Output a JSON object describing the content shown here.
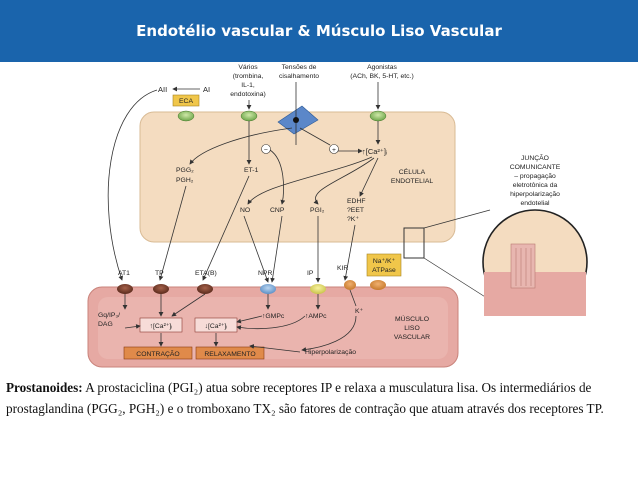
{
  "header": {
    "title": "Endotélio vascular & Músculo Liso Vascular"
  },
  "diagram": {
    "top_sources": {
      "varios": [
        "Vários",
        "(trombina,",
        "IL-1,",
        "endotoxina)"
      ],
      "tensoes": [
        "Tensões de",
        "cisalhamento"
      ],
      "agonistas": [
        "Agonistas",
        "(ACh, BK, 5-HT, etc.)"
      ]
    },
    "angiotensin": {
      "aii": "AII",
      "ai": "AI",
      "eca": "ECA"
    },
    "endothelial": {
      "pgg2": "PGG₂",
      "pgh2": "PGH₂",
      "et1": "ET-1",
      "ca": "↑[Ca²⁺]ᵢ",
      "minus": "−",
      "plus": "+",
      "cell_label": [
        "CÉLULA",
        "ENDOTELIAL"
      ],
      "no": "NO",
      "cnp": "CNP",
      "pgi2": "PGI₂",
      "edhf": [
        "EDHF",
        "?EET",
        "?K⁺"
      ]
    },
    "receptors": {
      "at1": "AT1",
      "tp": "TP",
      "eta": "ETA(B)",
      "npr": "NPR",
      "ip": "IP",
      "kir": "KIR",
      "natk": [
        "Na⁺/K⁺",
        "ATPase"
      ]
    },
    "muscle": {
      "gq": [
        "Gq/IP₃/",
        "DAG"
      ],
      "ca_up": "↑[Ca²⁺]ᵢ",
      "ca_down": "↓[Ca²⁺]ᵢ",
      "gmpc": "↑GMPc",
      "ampc": "↑AMPc",
      "k": "K⁺",
      "contraction": "CONTRAÇÃO",
      "relaxation": "RELAXAMENTO",
      "hyperpolarization": "Hiperpolarização",
      "cell_label": [
        "MÚSCULO",
        "LISO",
        "VASCULAR"
      ]
    },
    "junction": [
      "JUNÇÃO",
      "COMUNICANTE",
      "– propagação",
      "eletrotônica da",
      "hiperpolarização",
      "endotelial"
    ]
  },
  "caption": {
    "term": "Prostanoides:",
    "text": " A prostaciclina (PGI₂) atua sobre receptores IP e relaxa a musculatura lisa. Os intermediários de prostaglandina (PGG₂, PGH₂) e o tromboxano TX₂ são fatores de contração que atuam através dos receptores TP."
  },
  "colors": {
    "header_bg": "#1a64ac",
    "endothelium": "#f4dcc0",
    "smooth_muscle": "#e6a9a3",
    "action_boxes": "#e08a4a"
  }
}
